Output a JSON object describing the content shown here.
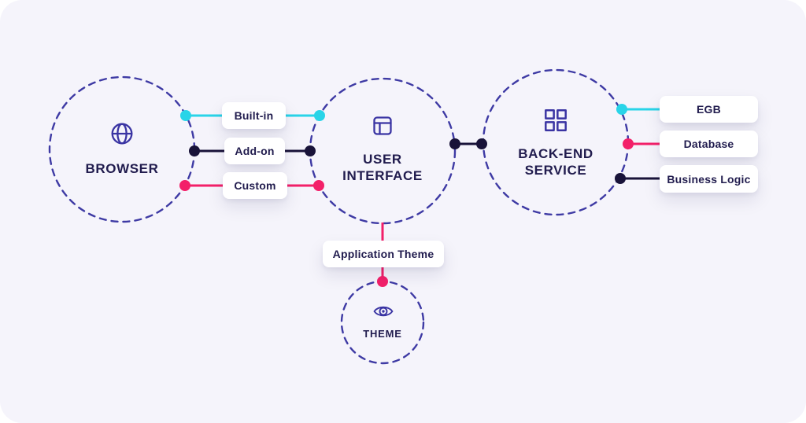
{
  "colors": {
    "page-bg": "#ffffff",
    "canvas-bg": "#f5f4fb",
    "circle-stroke": "#3e3aa4",
    "icon": "#3a34a3",
    "text-dark": "#211c4e",
    "cyan": "#29d4e8",
    "pink": "#f32069",
    "navy": "#191339",
    "pill-bg": "#ffffff"
  },
  "nodes": {
    "browser": {
      "label": "BROWSER",
      "icon": "globe-icon"
    },
    "user_interface": {
      "line1": "USER",
      "line2": "INTERFACE",
      "icon": "layout-icon"
    },
    "backend": {
      "line1": "BACK-END",
      "line2": "SERVICE",
      "icon": "grid-icon"
    },
    "theme": {
      "label": "THEME",
      "icon": "eye-icon"
    }
  },
  "links": {
    "browser_to_ui": [
      {
        "label": "Built-in",
        "color": "#29d4e8"
      },
      {
        "label": "Add-on",
        "color": "#191339"
      },
      {
        "label": "Custom",
        "color": "#f32069"
      }
    ],
    "backend_outputs": [
      {
        "label": "EGB",
        "color": "#29d4e8"
      },
      {
        "label": "Database",
        "color": "#f32069"
      },
      {
        "label": "Business Logic",
        "color": "#191339"
      }
    ],
    "ui_to_backend": {
      "color": "#191339"
    },
    "ui_to_theme": {
      "label": "Application Theme",
      "color": "#f32069"
    }
  }
}
